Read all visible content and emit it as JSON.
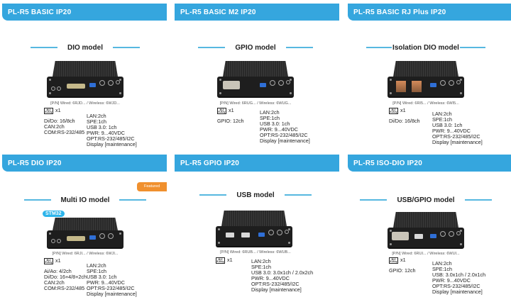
{
  "cards": [
    {
      "header": "PL-R5 BASIC IP20",
      "model": "DIO model",
      "pn": "[P/N] Wired: 6RJD... / Wireless: 6WJD...",
      "m2_icon": "M.2 E-Key",
      "m2_count": "x1",
      "left_specs": [
        "Di/Do: 16/8ch",
        "CAN:2ch",
        "COM:RS-232/485"
      ],
      "right_specs": [
        "LAN:2ch",
        "SPE:1ch",
        "USB 3.0: 1ch",
        "PWR: 9...40VDC",
        "OPT:RS-232/485/I2C",
        "Display [maintenance]"
      ]
    },
    {
      "header": "PL-R5 BASIC M2 IP20",
      "model": "GPIO model",
      "pn": "[P/N] Wired: 6RUG... / Wireless: 6WUG...",
      "m2_icon": "M.2 E-Key",
      "m2_count": "x1",
      "left_specs": [
        "GPIO: 12ch"
      ],
      "right_specs": [
        "LAN:2ch",
        "SPE:1ch",
        "USB 3.0: 1ch",
        "PWR: 9...40VDC",
        "OPT:RS-232/485/I2C",
        "Display [maintenance]"
      ]
    },
    {
      "header": "PL-R5 BASIC RJ Plus IP20",
      "model": "Isolation DIO model",
      "pn": "[P/N] Wired: 6RI5... / Wireless: 6WI5...",
      "m2_icon": "M.2 E-Key",
      "m2_count": "x1",
      "left_specs": [
        "Di/Do: 16/8ch"
      ],
      "right_specs": [
        "LAN:2ch",
        "SPE:1ch",
        "USB 3.0: 1ch",
        "PWR: 9...40VDC",
        "OPT:RS-232/485/I2C",
        "Display [maintenance]"
      ]
    },
    {
      "header": "PL-R5 DIO IP20",
      "model": "Multi IO model",
      "badge": "Featured",
      "chip": "STM32",
      "pn": "[P/N] Wired: 6RJI... / Wireless: 6WJI...",
      "m2_icon": "M.2 E-Key",
      "m2_count": "x1",
      "left_specs": [
        "Ai/Ao: 4/2ch",
        "Di/Do: 16+4/8+2ch",
        "CAN:2ch",
        "COM:RS-232/485"
      ],
      "right_specs": [
        "LAN:2ch",
        "SPE:1ch",
        "USB 3.0: 1ch",
        "PWR: 9...40VDC",
        "OPT:RS-232/485/I2C",
        "Display [maintenance]"
      ]
    },
    {
      "header": "PL-R5 GPIO IP20",
      "model": "USB model",
      "pn": "[P/N] Wired: 6RUB... / Wireless: 6WUB...",
      "m2_icon": "M.2 E-Key",
      "m2_count": "x1",
      "left_specs": [],
      "right_specs": [
        "LAN:2ch",
        "SPE:1ch",
        "USB 3.0: 3.0x1ch / 2.0x2ch",
        "PWR: 9...40VDC",
        "OPT:RS-232/485/I2C",
        "Display [maintenance]"
      ]
    },
    {
      "header": "PL-R5 ISO-DIO IP20",
      "model": "USB/GPIO model",
      "pn": "[P/N] Wired: 6RUI... / Wireless: 6WUI...",
      "m2_icon": "M.2 E-Key",
      "m2_count": "x1",
      "left_specs": [
        "GPIO: 12ch"
      ],
      "right_specs": [
        "LAN:2ch",
        "SPE:1ch",
        "USB: 3.0x1ch / 2.0x1ch",
        "PWR: 9...40VDC",
        "OPT:RS-232/485/I2C",
        "Display [maintenance]"
      ]
    }
  ],
  "colors": {
    "header_bg": "#35a6de",
    "accent_line": "#56b8e0",
    "featured": "#f0902e",
    "chip": "#2db4ea"
  }
}
